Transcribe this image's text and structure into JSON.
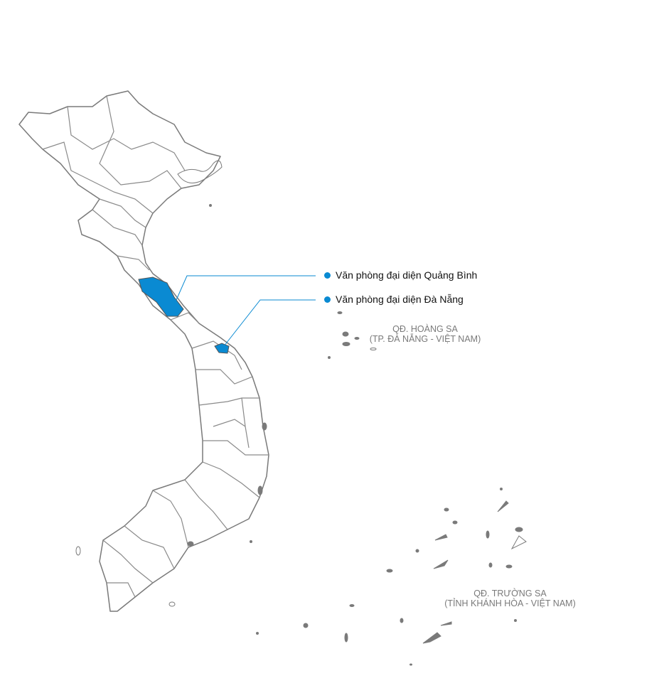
{
  "colors": {
    "highlight": "#0a8ad2",
    "border": "#7a7a7a",
    "fill": "#ffffff"
  },
  "offices": [
    {
      "label": "Văn phòng đại diện Quảng Bình"
    },
    {
      "label": "Văn phòng đại diện Đà Nẵng"
    }
  ],
  "archipelagos": [
    {
      "name": "QĐ. HOÀNG SA",
      "sub": "(TP. ĐÀ NẴNG - VIỆT NAM)"
    },
    {
      "name": "QĐ. TRƯỜNG SA",
      "sub": "(TỈNH KHÁNH HÒA - VIỆT NAM)"
    }
  ]
}
